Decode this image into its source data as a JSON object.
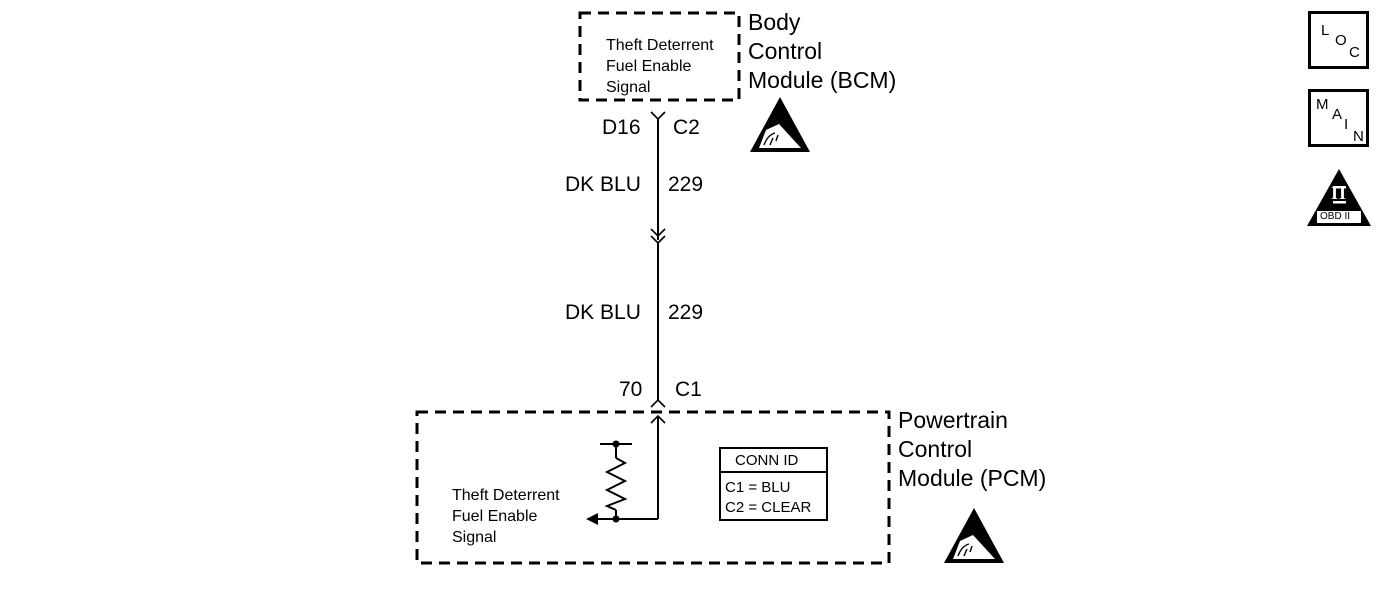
{
  "bcm": {
    "name_line1": "Body",
    "name_line2": "Control",
    "name_line3": "Module (BCM)",
    "signal_line1": "Theft Deterrent",
    "signal_line2": "Fuel Enable",
    "signal_line3": "Signal",
    "pin": "D16",
    "connector": "C2",
    "esd_icon": "esd-warning-icon"
  },
  "wire": {
    "segment1_color": "DK BLU",
    "segment1_circuit": "229",
    "segment2_color": "DK BLU",
    "segment2_circuit": "229"
  },
  "pcm": {
    "name_line1": "Powertrain",
    "name_line2": "Control",
    "name_line3": "Module (PCM)",
    "signal_line1": "Theft Deterrent",
    "signal_line2": "Fuel Enable",
    "signal_line3": "Signal",
    "pin": "70",
    "connector": "C1",
    "esd_icon": "esd-warning-icon"
  },
  "conn_id": {
    "title": "CONN ID",
    "row1": "C1 = BLU",
    "row2": "C2 = CLEAR"
  },
  "side_icons": {
    "loc": {
      "letters": [
        "L",
        "O",
        "C"
      ]
    },
    "main": {
      "letters": [
        "M",
        "A",
        "I",
        "N"
      ]
    },
    "obd": {
      "numeral": "II",
      "caption": "OBD II"
    }
  }
}
